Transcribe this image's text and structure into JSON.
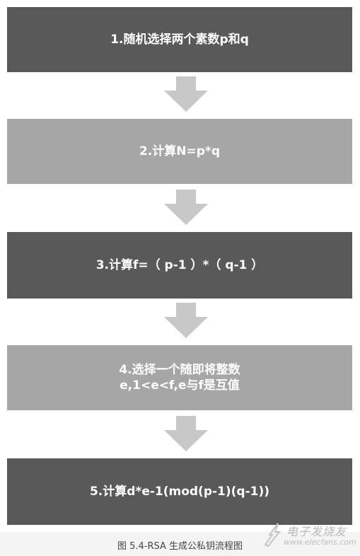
{
  "steps": [
    {
      "lines": [
        "1.随机选择两个素数p和q"
      ],
      "color": "#595959"
    },
    {
      "lines": [
        "2.计算N=p*q"
      ],
      "color": "#a6a6a6"
    },
    {
      "lines": [
        "3.计算f=（ p-1 ）*（ q-1 ）"
      ],
      "color": "#595959"
    },
    {
      "lines": [
        "4.选择一个随即将整数",
        "e,1<e<f,e与f是互值"
      ],
      "color": "#a6a6a6"
    },
    {
      "lines": [
        "5.计算d*e-1(mod(p-1)(q-1))"
      ],
      "color": "#595959"
    }
  ],
  "arrow_color": "#c8c8c8",
  "caption": "图 5.4-RSA 生成公私钥流程图",
  "watermark": {
    "line1": "电子发烧友",
    "line2": "www.elecfans.com"
  }
}
